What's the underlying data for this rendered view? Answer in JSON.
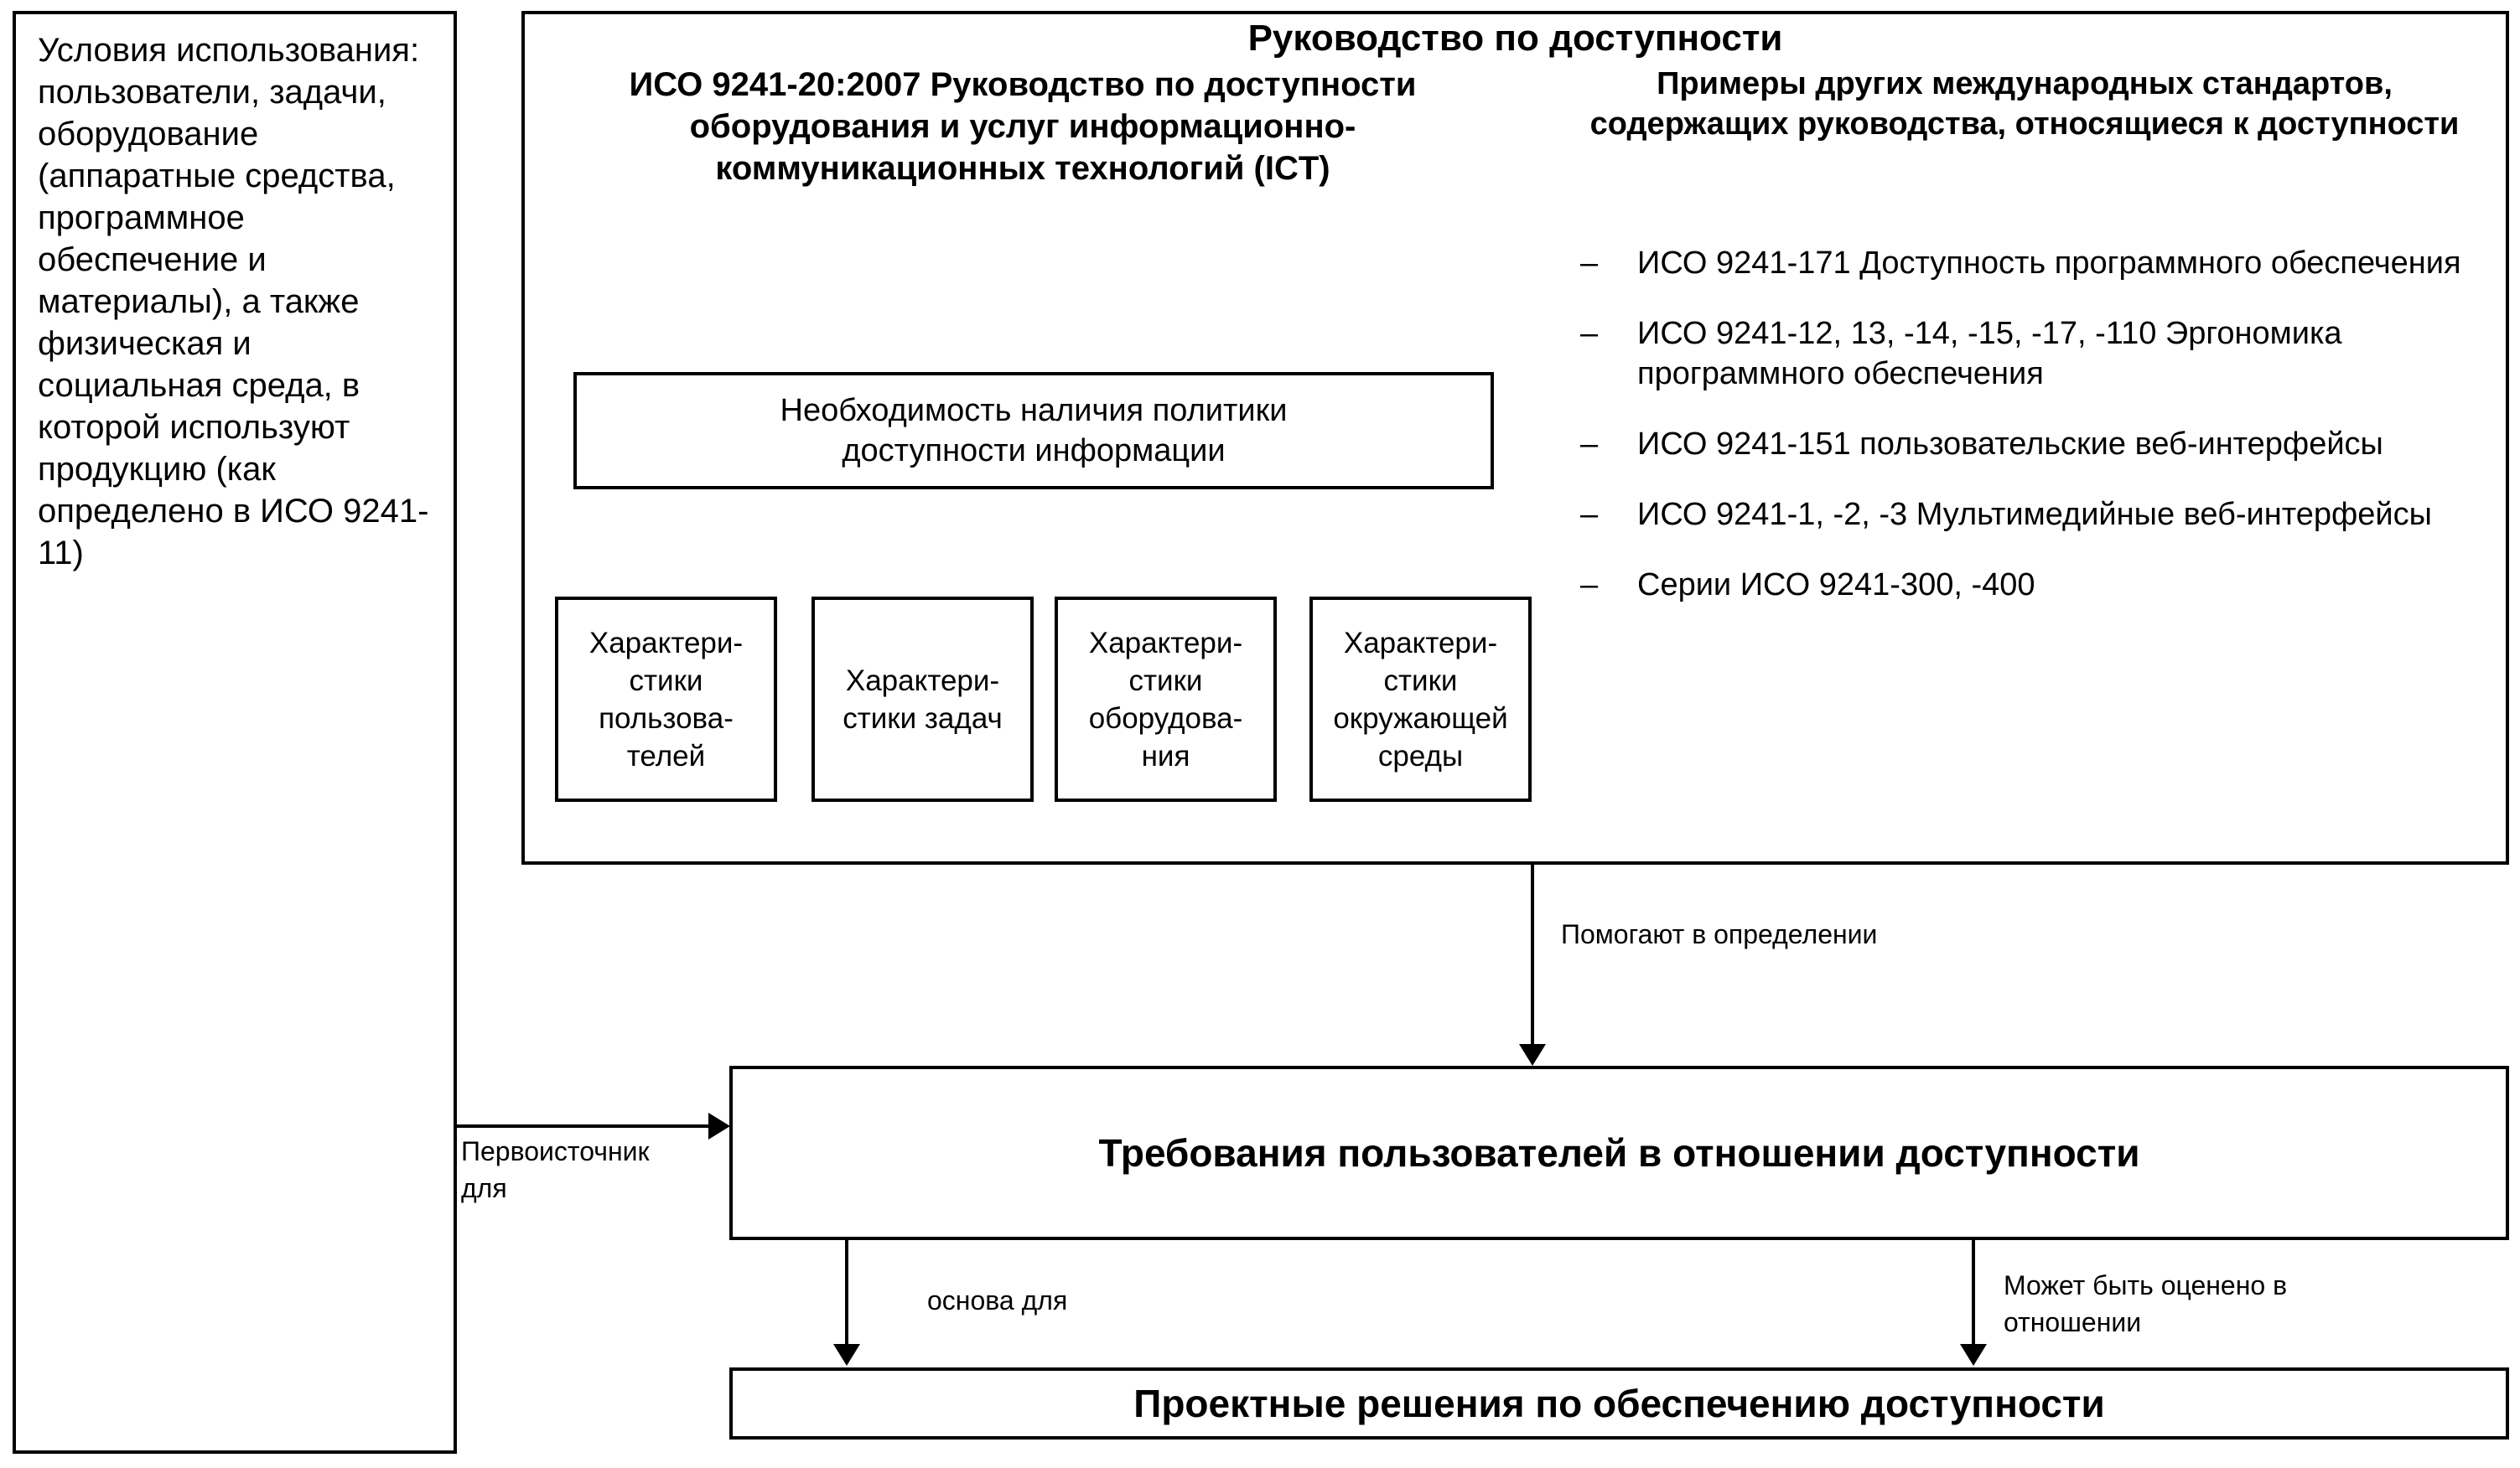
{
  "context_box": {
    "text": "Условия использования: пользователи, задачи, оборудование (аппаратные средства, программное обеспечение и материалы), а также физическая и социальная среда, в которой используют продукцию (как определено в ИСО 9241-11)"
  },
  "guidance_panel": {
    "title": "Руководство по доступности",
    "iso_standard_title": "ИСО 9241-20:2007 Руководство по доступности оборудования и услуг информационно-коммуникационных технологий (ICT)",
    "policy_box": "Необходимость наличия политики\nдоступности информации",
    "characteristic_boxes": [
      {
        "label": "Характери-\nстики\nпользова-\nтелей"
      },
      {
        "label": "Характери-\nстики задач"
      },
      {
        "label": "Характери-\nстики\nоборудова-\nния"
      },
      {
        "label": "Характери-\nстики\nокружающей\nсреды"
      }
    ],
    "other_standards_heading": "Примеры других международных стандартов, содержащих руководства, относящиеся к доступности",
    "standards": [
      {
        "dash": "–",
        "text": "ИСО 9241-171 Доступность программного обеспечения"
      },
      {
        "dash": "–",
        "text": "ИСО 9241-12, 13, -14, -15, -17, -110 Эргономика программного обеспечения"
      },
      {
        "dash": "–",
        "text": "ИСО 9241-151 пользовательские веб-интерфейсы"
      },
      {
        "dash": "–",
        "text": "ИСО 9241-1, -2, -3 Мультимедийные веб-интерфейсы"
      },
      {
        "dash": "–",
        "text": "Серии ИСО 9241-300, -400"
      }
    ]
  },
  "requirements_box": {
    "text": "Требования пользователей в отношении доступности"
  },
  "design_box": {
    "text": "Проектные решения по обеспечению доступности"
  },
  "edge_labels": {
    "helps_define": "Помогают в определении",
    "primary_source": "Первоисточник\nдля",
    "basis_for": "основа для",
    "can_be_evaluated": "Может быть оценено в\nотношении"
  },
  "colors": {
    "line": "#000000",
    "background": "#ffffff",
    "text": "#000000"
  }
}
